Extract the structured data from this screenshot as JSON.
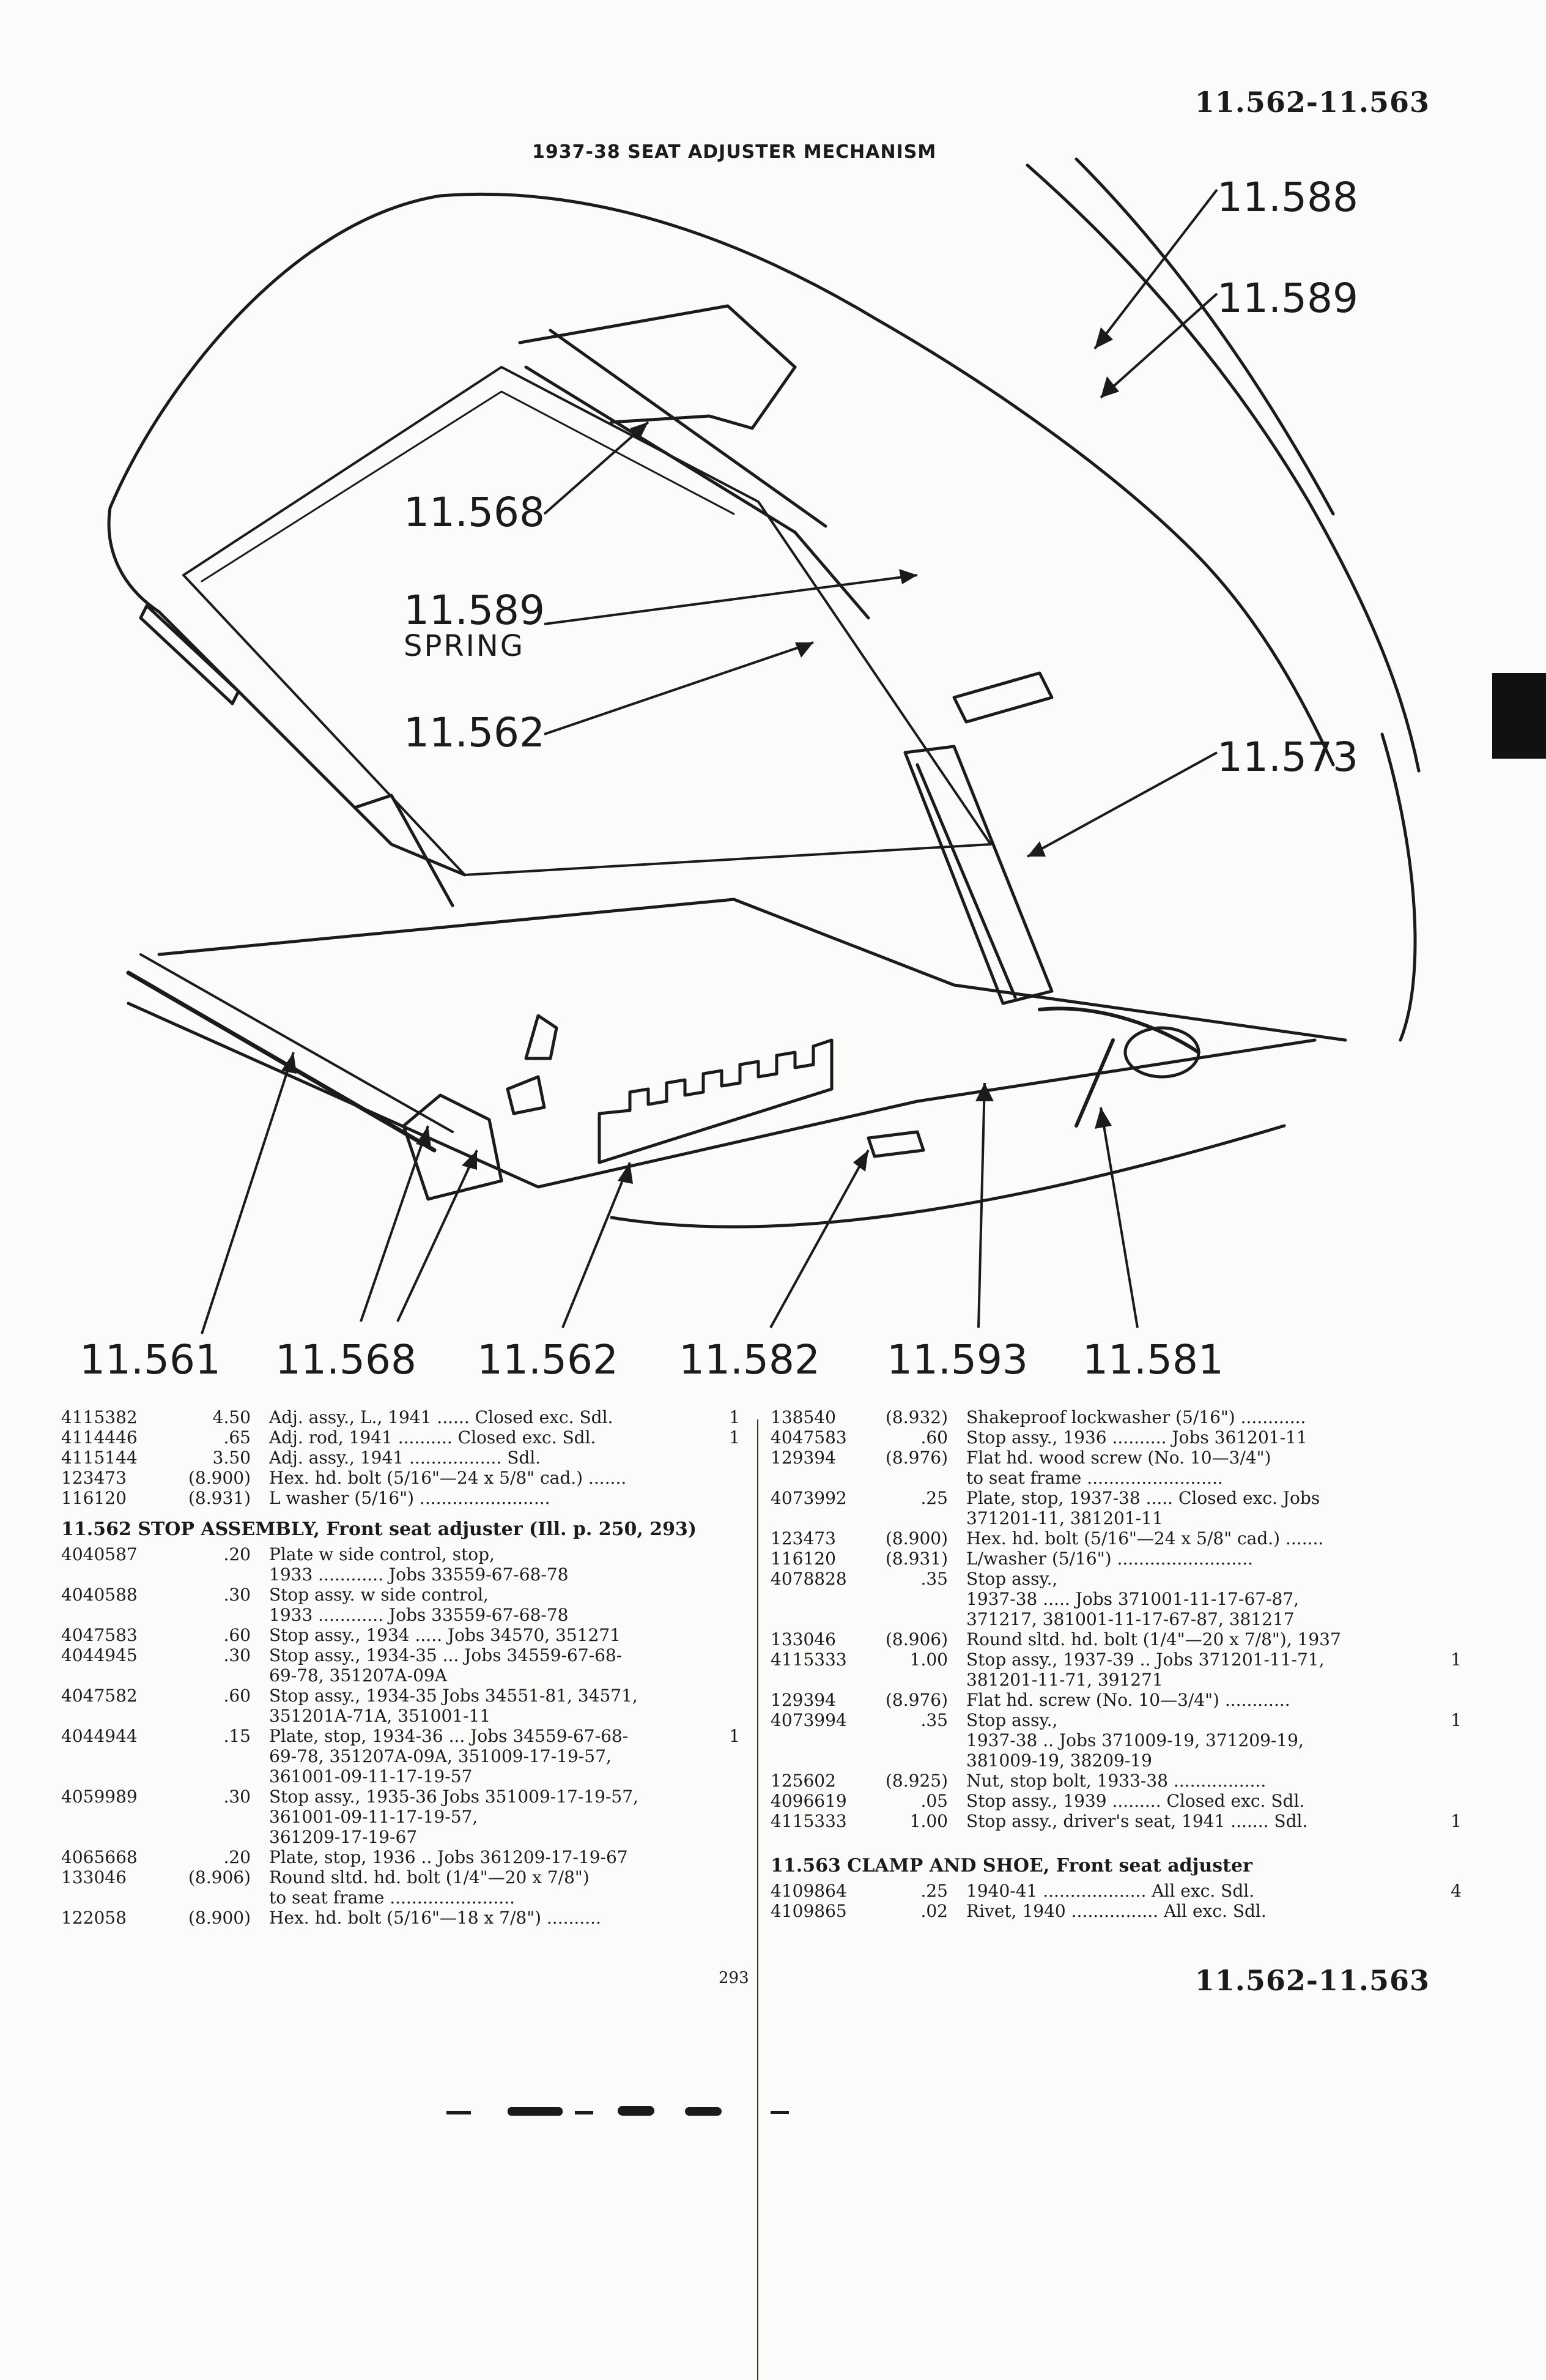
{
  "page": {
    "code_top": "11.562-11.563",
    "code_bottom": "11.562-11.563",
    "page_number": "293"
  },
  "diagram": {
    "title": "1937-38 SEAT ADJUSTER MECHANISM",
    "callouts": {
      "c588": "11.588",
      "c589_top": "11.589",
      "c568_mid": "11.568",
      "c589_spring": "11.589",
      "spring": "SPRING",
      "c562_mid": "11.562",
      "c573": "11.573",
      "b561": "11.561",
      "b568": "11.568",
      "b562": "11.562",
      "b582": "11.582",
      "b593": "11.593",
      "b581": "11.581"
    }
  },
  "left_column": {
    "rows_top": [
      {
        "pn": "4115382",
        "price": "4.50",
        "desc": "Adj. assy., L., 1941 ...... Closed exc. Sdl.",
        "qty": "1"
      },
      {
        "pn": "4114446",
        "price": ".65",
        "desc": "Adj. rod, 1941 .......... Closed exc. Sdl.",
        "qty": "1"
      },
      {
        "pn": "4115144",
        "price": "3.50",
        "desc": "Adj. assy., 1941 ................. Sdl.",
        "qty": ""
      },
      {
        "pn": "123473",
        "price": "(8.900)",
        "desc": "Hex. hd. bolt (5/16\"—24 x 5/8\" cad.) .......",
        "qty": ""
      },
      {
        "pn": "116120",
        "price": "(8.931)",
        "desc": "L washer (5/16\") ........................",
        "qty": ""
      }
    ],
    "section_header": "11.562 STOP ASSEMBLY, Front seat adjuster (Ill. p. 250, 293)",
    "rows_section": [
      {
        "pn": "4040587",
        "price": ".20",
        "desc": "Plate w side control, stop,\n     1933 ............ Jobs 33559-67-68-78",
        "qty": ""
      },
      {
        "pn": "4040588",
        "price": ".30",
        "desc": "Stop assy. w side control,\n     1933 ............ Jobs 33559-67-68-78",
        "qty": ""
      },
      {
        "pn": "4047583",
        "price": ".60",
        "desc": "Stop assy., 1934 ..... Jobs 34570, 351271",
        "qty": ""
      },
      {
        "pn": "4044945",
        "price": ".30",
        "desc": "Stop assy., 1934-35 ... Jobs 34559-67-68-\n     69-78, 351207A-09A",
        "qty": ""
      },
      {
        "pn": "4047582",
        "price": ".60",
        "desc": "Stop assy., 1934-35 Jobs 34551-81, 34571,\n     351201A-71A, 351001-11",
        "qty": ""
      },
      {
        "pn": "4044944",
        "price": ".15",
        "desc": "Plate, stop, 1934-36 ... Jobs 34559-67-68-\n     69-78, 351207A-09A, 351009-17-19-57,\n     361001-09-11-17-19-57",
        "qty": "1"
      },
      {
        "pn": "4059989",
        "price": ".30",
        "desc": "Stop assy., 1935-36 Jobs 351009-17-19-57,\n     361001-09-11-17-19-57,\n     361209-17-19-67",
        "qty": ""
      },
      {
        "pn": "4065668",
        "price": ".20",
        "desc": "Plate, stop, 1936 .. Jobs 361209-17-19-67",
        "qty": ""
      },
      {
        "pn": "133046",
        "price": "(8.906)",
        "desc": "Round sltd. hd. bolt (1/4\"—20 x 7/8\")\n     to seat frame .......................",
        "qty": ""
      },
      {
        "pn": "122058",
        "price": "(8.900)",
        "desc": "Hex. hd. bolt (5/16\"—18 x 7/8\") ..........",
        "qty": ""
      }
    ]
  },
  "right_column": {
    "rows": [
      {
        "pn": "138540",
        "price": "(8.932)",
        "desc": "Shakeproof lockwasher (5/16\") ............",
        "qty": ""
      },
      {
        "pn": "4047583",
        "price": ".60",
        "desc": "Stop assy., 1936 .......... Jobs 361201-11",
        "qty": ""
      },
      {
        "pn": "129394",
        "price": "(8.976)",
        "desc": "Flat hd. wood screw (No. 10—3/4\")\n     to seat frame .........................",
        "qty": ""
      },
      {
        "pn": "4073992",
        "price": ".25",
        "desc": "Plate, stop, 1937-38 ..... Closed exc. Jobs\n     371201-11, 381201-11",
        "qty": ""
      },
      {
        "pn": "123473",
        "price": "(8.900)",
        "desc": "Hex. hd. bolt (5/16\"—24 x 5/8\" cad.) .......",
        "qty": ""
      },
      {
        "pn": "116120",
        "price": "(8.931)",
        "desc": "L/washer (5/16\") .........................",
        "qty": ""
      },
      {
        "pn": "4078828",
        "price": ".35",
        "desc": "Stop assy.,\n     1937-38 ..... Jobs 371001-11-17-67-87,\n     371217, 381001-11-17-67-87, 381217",
        "qty": ""
      },
      {
        "pn": "133046",
        "price": "(8.906)",
        "desc": "Round sltd. hd. bolt (1/4\"—20 x 7/8\"), 1937",
        "qty": ""
      },
      {
        "pn": "4115333",
        "price": "1.00",
        "desc": "Stop assy., 1937-39 .. Jobs 371201-11-71,\n     381201-11-71, 391271",
        "qty": "1"
      },
      {
        "pn": "129394",
        "price": "(8.976)",
        "desc": "Flat hd. screw (No. 10—3/4\") ............",
        "qty": ""
      },
      {
        "pn": "4073994",
        "price": ".35",
        "desc": "Stop assy.,\n     1937-38 .. Jobs 371009-19, 371209-19,\n     381009-19, 38209-19",
        "qty": "1"
      },
      {
        "pn": "125602",
        "price": "(8.925)",
        "desc": "Nut, stop bolt, 1933-38 .................",
        "qty": ""
      },
      {
        "pn": "4096619",
        "price": ".05",
        "desc": "Stop assy., 1939 ......... Closed exc. Sdl.",
        "qty": ""
      },
      {
        "pn": "4115333",
        "price": "1.00",
        "desc": "Stop assy., driver's seat, 1941 ....... Sdl.",
        "qty": "1"
      }
    ],
    "section_header": "11.563 CLAMP AND SHOE, Front seat adjuster",
    "rows_section": [
      {
        "pn": "4109864",
        "price": ".25",
        "desc": "1940-41 ................... All exc. Sdl.",
        "qty": "4"
      },
      {
        "pn": "4109865",
        "price": ".02",
        "desc": "Rivet, 1940 ................ All exc. Sdl.",
        "qty": ""
      }
    ]
  }
}
